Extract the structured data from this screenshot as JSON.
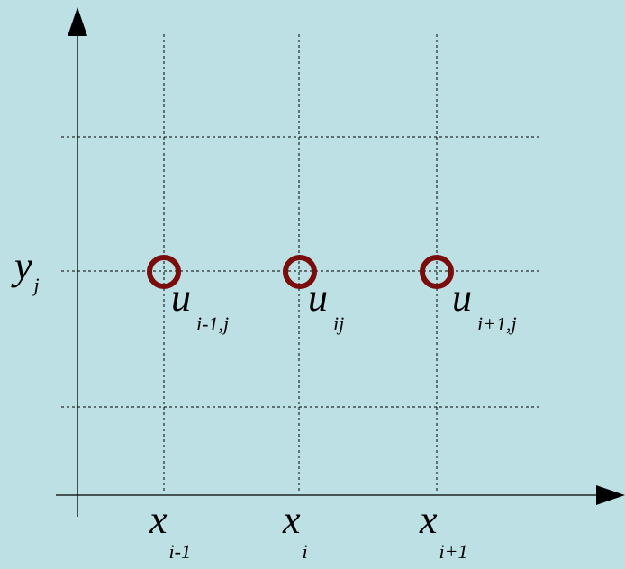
{
  "colors": {
    "background": "#bde0e5",
    "node_stroke": "#7a0c0c",
    "axis": "#000000",
    "grid": "#000000"
  },
  "x_labels": [
    {
      "main": "x",
      "sub": "i-1"
    },
    {
      "main": "x",
      "sub": "i"
    },
    {
      "main": "x",
      "sub": "i+1"
    }
  ],
  "y_label": {
    "main": "y",
    "sub": "j"
  },
  "nodes": [
    {
      "main": "u",
      "sub": "i-1,j"
    },
    {
      "main": "u",
      "sub": "ij"
    },
    {
      "main": "u",
      "sub": "i+1,j"
    }
  ]
}
